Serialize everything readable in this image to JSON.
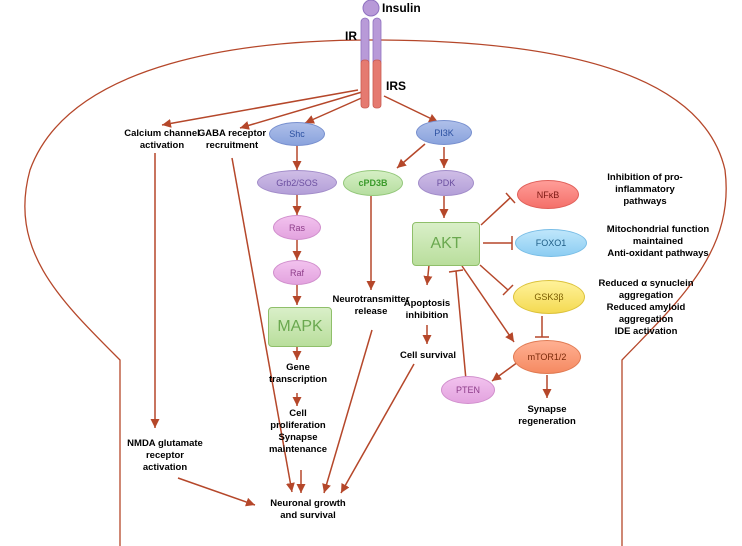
{
  "receptor": {
    "insulin": "Insulin",
    "ir": "IR",
    "irs": "IRS"
  },
  "nodes": {
    "shc": "Shc",
    "grb2": "Grb2/SOS",
    "ras": "Ras",
    "raf": "Raf",
    "mapk": "MAPK",
    "pi3k": "PI3K",
    "cpd3b": "cPD3B",
    "pdk": "PDK",
    "akt": "AKT",
    "nfkb": "NFκB",
    "foxo1": "FOXO1",
    "gsk3b": "GSK3β",
    "mtor": "mTOR1/2",
    "pten": "PTEN"
  },
  "labels": {
    "calcium": "Calcium channel\nactivation",
    "gaba": "GABA receptor\nrecruitment",
    "nmda": "NMDA glutamate\nreceptor\nactivation",
    "gene": "Gene\ntranscription",
    "cell_prolif": "Cell\nproliferation\nSynapse\nmaintenance",
    "neurotransmitter": "Neurotransmitter\nrelease",
    "apoptosis": "Apoptosis\ninhibition",
    "cell_survival": "Cell survival",
    "neuronal": "Neuronal growth\nand survival",
    "inhibition": "Inhibition of pro-\ninflammatory\npathways",
    "mito": "Mitochondrial function\nmaintained\nAnti-oxidant pathways",
    "synuclein": "Reduced α synuclein\naggregation\nReduced amyloid\naggregation\nIDE activation",
    "synapse": "Synapse\nregeneration"
  }
}
